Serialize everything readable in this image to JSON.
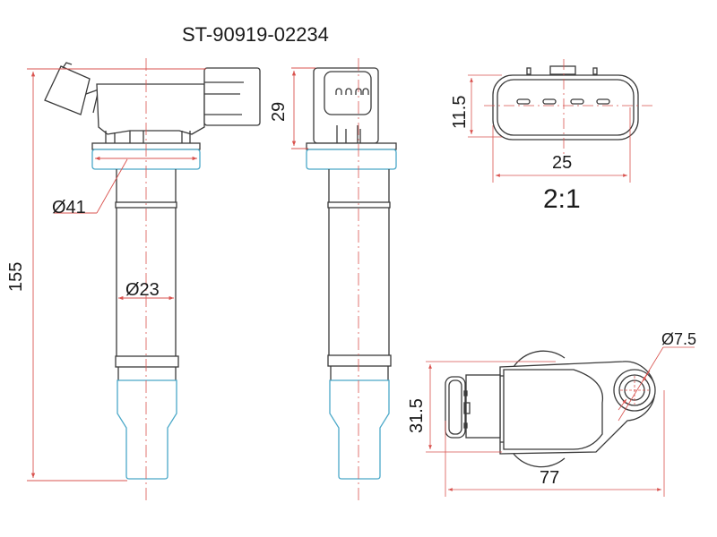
{
  "title": "ST-90919-02234",
  "colors": {
    "outline": "#3a3a3a",
    "dimension": "#d9534f",
    "centerline": "#d9534f",
    "highlight": "#4aa8c8"
  },
  "views": {
    "front": {
      "dimensions": {
        "overall_length": "155",
        "flange_diameter": "Ø41",
        "body_diameter": "Ø23"
      }
    },
    "side": {
      "dimensions": {
        "connector_height": "29"
      }
    },
    "connector_detail": {
      "dimensions": {
        "height": "11.5",
        "width": "25"
      },
      "scale": "2:1"
    },
    "top": {
      "dimensions": {
        "height": "31.5",
        "length": "77",
        "hole_diameter": "Ø7.5"
      }
    }
  }
}
